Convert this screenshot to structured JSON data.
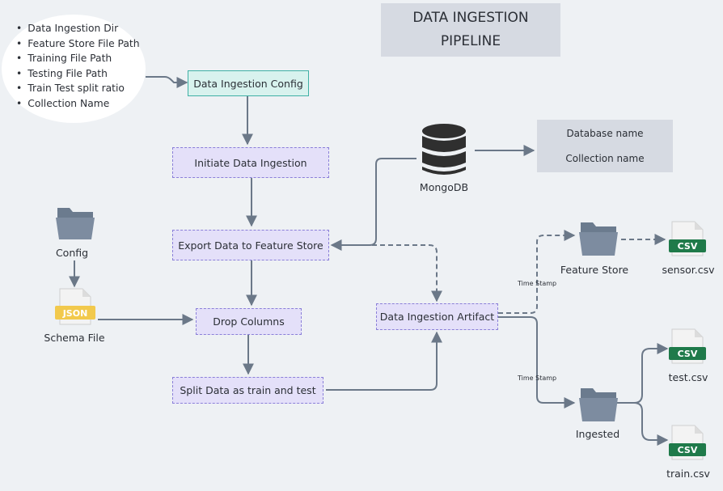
{
  "title": {
    "line1": "DATA INGESTION",
    "line2": "PIPELINE"
  },
  "config_list": [
    "Data Ingestion Dir",
    "Feature Store File Path",
    "Training File Path",
    "Testing File Path",
    "Train Test split ratio",
    "Collection Name"
  ],
  "nodes": {
    "ingestion_config": "Data Ingestion Config",
    "initiate": "Initiate Data Ingestion",
    "export": "Export Data to Feature Store",
    "drop": "Drop Columns",
    "split": "Split Data as train and test",
    "artifact": "Data Ingestion Artifact"
  },
  "db": {
    "label": "MongoDB",
    "database_name": "Database name",
    "collection_name": "Collection name"
  },
  "labels": {
    "config": "Config",
    "schema_file": "Schema File",
    "feature_store": "Feature Store",
    "ingested": "Ingested",
    "sensor": "sensor.csv",
    "test": "test.csv",
    "train": "train.csv",
    "time_stamp_1": "Time Stamp",
    "time_stamp_2": "Time Stamp"
  },
  "badges": {
    "json": "JSON",
    "csv": "CSV"
  },
  "icons": [
    "folder-icon",
    "json-file-icon",
    "csv-file-icon",
    "database-icon"
  ],
  "colors": {
    "node_fill": "#e4e0f9",
    "node_border": "#8a7fd8",
    "config_fill": "#d8f2ee",
    "config_border": "#3fb0a5",
    "connector": "#6b7888",
    "folder": "#6b7b8e",
    "csv_green": "#1f7a4a",
    "json_yellow": "#f2c94c"
  }
}
